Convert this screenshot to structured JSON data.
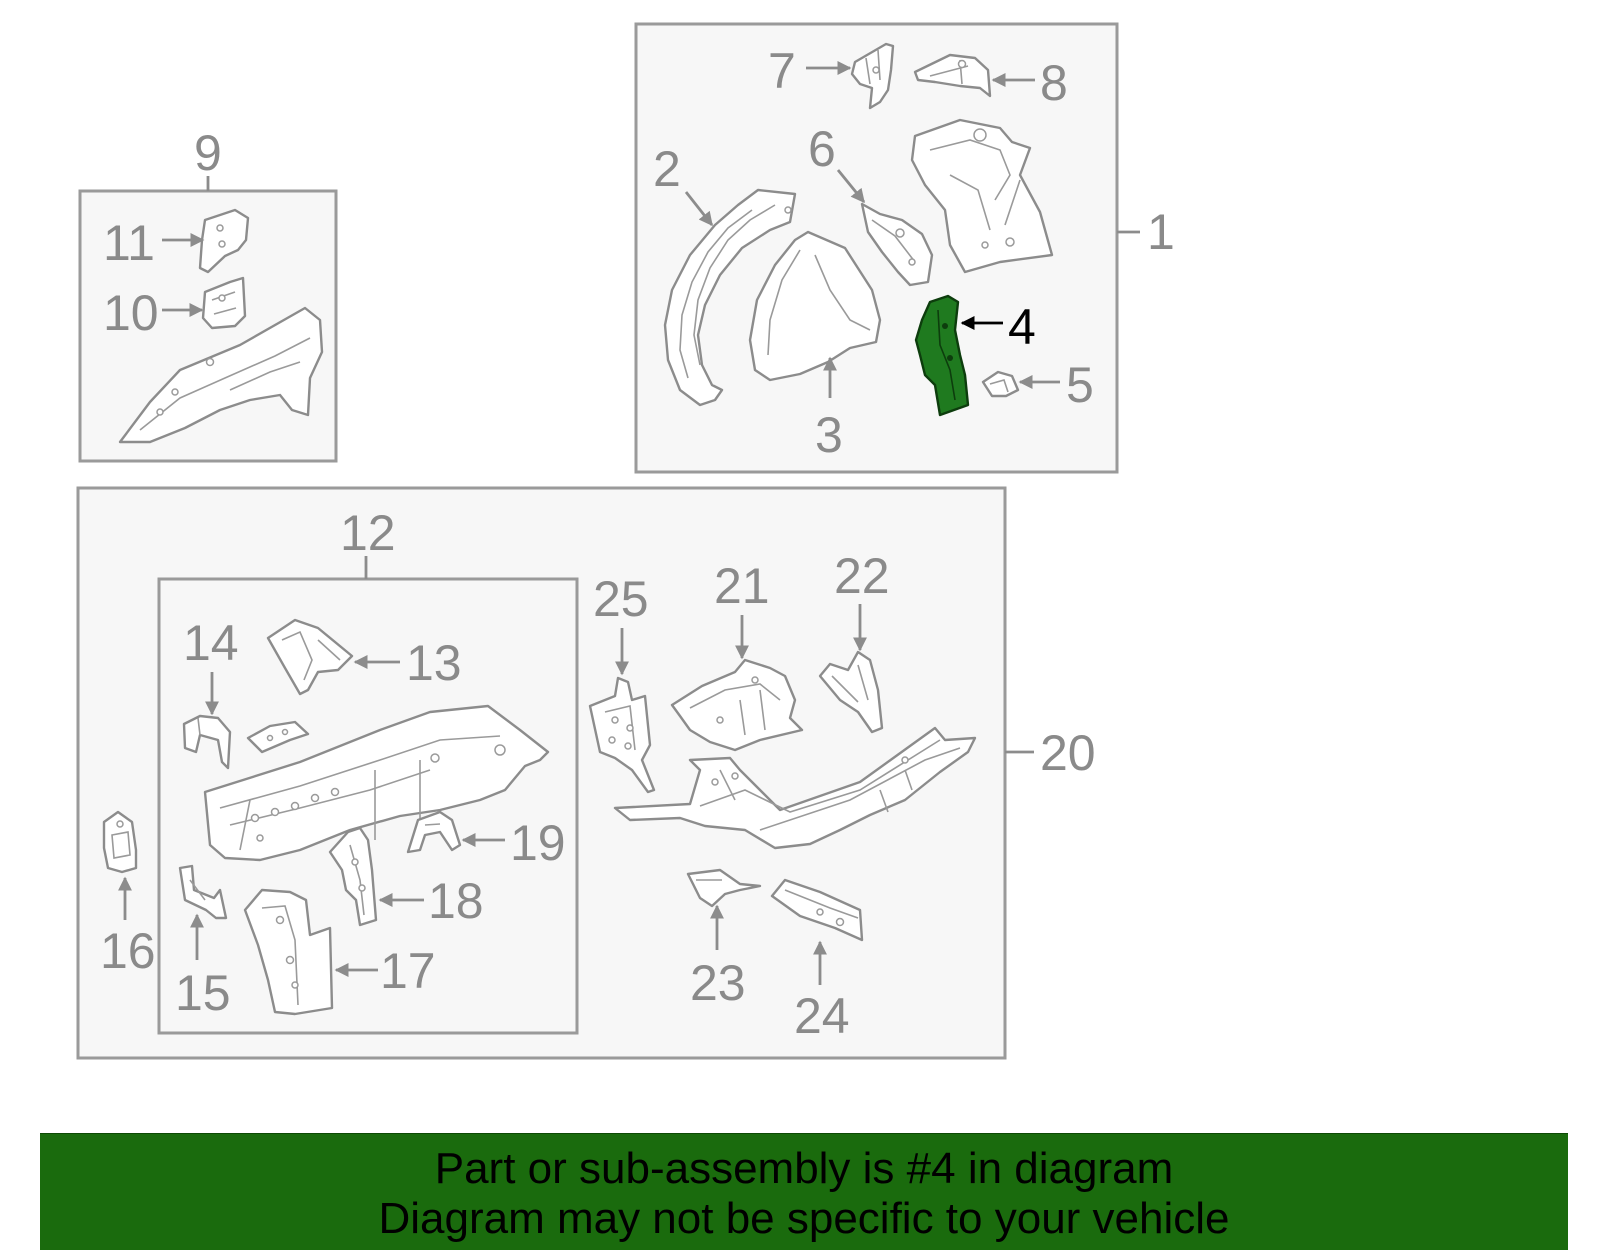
{
  "highlight": {
    "part": "4",
    "color": "#1f7a1f"
  },
  "callouts": {
    "c1": "1",
    "c2": "2",
    "c3": "3",
    "c4": "4",
    "c5": "5",
    "c6": "6",
    "c7": "7",
    "c8": "8",
    "c9": "9",
    "c10": "10",
    "c11": "11",
    "c12": "12",
    "c13": "13",
    "c14": "14",
    "c15": "15",
    "c16": "16",
    "c17": "17",
    "c18": "18",
    "c19": "19",
    "c20": "20",
    "c21": "21",
    "c22": "22",
    "c23": "23",
    "c24": "24",
    "c25": "25"
  },
  "banner": {
    "line1": "Part or sub-assembly is #4 in diagram",
    "line2": "Diagram may not be specific to your vehicle",
    "background": "#1a6b0d"
  }
}
